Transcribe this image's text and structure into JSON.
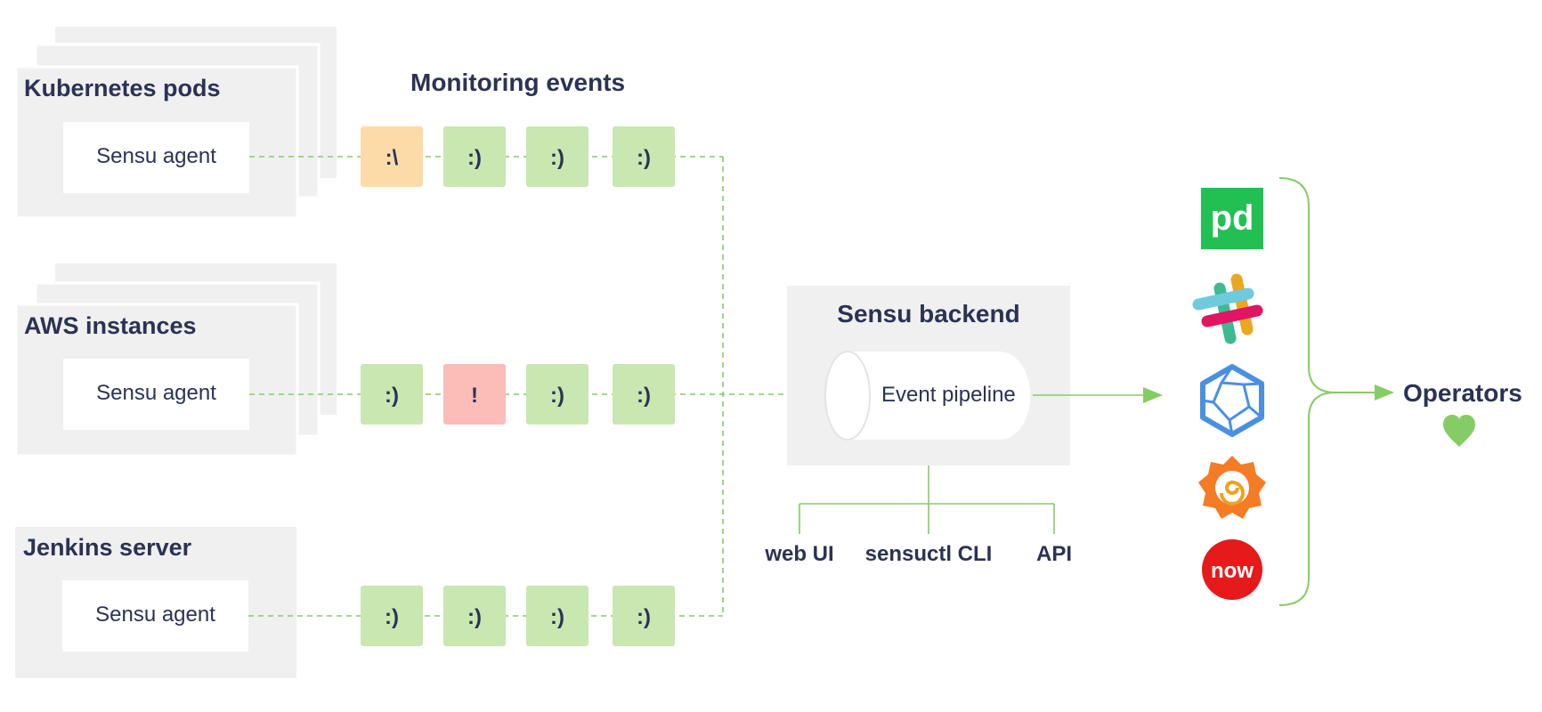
{
  "monitoring_events_title": "Monitoring events",
  "sources": [
    {
      "title": "Kubernetes pods",
      "agent_label": "Sensu agent"
    },
    {
      "title": "AWS instances",
      "agent_label": "Sensu agent"
    },
    {
      "title": "Jenkins server",
      "agent_label": "Sensu agent"
    }
  ],
  "event_rows": [
    [
      {
        "text": ":\\",
        "status": "warning"
      },
      {
        "text": ":)",
        "status": "ok"
      },
      {
        "text": ":)",
        "status": "ok"
      },
      {
        "text": ":)",
        "status": "ok"
      }
    ],
    [
      {
        "text": ":)",
        "status": "ok"
      },
      {
        "text": "!",
        "status": "critical"
      },
      {
        "text": ":)",
        "status": "ok"
      },
      {
        "text": ":)",
        "status": "ok"
      }
    ],
    [
      {
        "text": ":)",
        "status": "ok"
      },
      {
        "text": ":)",
        "status": "ok"
      },
      {
        "text": ":)",
        "status": "ok"
      },
      {
        "text": ":)",
        "status": "ok"
      }
    ]
  ],
  "backend": {
    "title": "Sensu backend",
    "pipeline_label": "Event pipeline",
    "interfaces": [
      "web UI",
      "sensuctl CLI",
      "API"
    ]
  },
  "integrations": [
    {
      "name": "pagerduty-icon",
      "logo_text": "pd"
    },
    {
      "name": "slack-icon"
    },
    {
      "name": "icosahedron-icon"
    },
    {
      "name": "grafana-icon"
    },
    {
      "name": "servicenow-icon",
      "logo_text": "now"
    }
  ],
  "operators": {
    "label": "Operators",
    "icon": "heart-icon"
  },
  "colors": {
    "text": "#2a3355",
    "panel": "#f0f0f0",
    "ok": "#c9e7b0",
    "warning": "#fddba8",
    "critical": "#fcbcb8",
    "line": "#86cc64",
    "heart": "#86cc64"
  }
}
